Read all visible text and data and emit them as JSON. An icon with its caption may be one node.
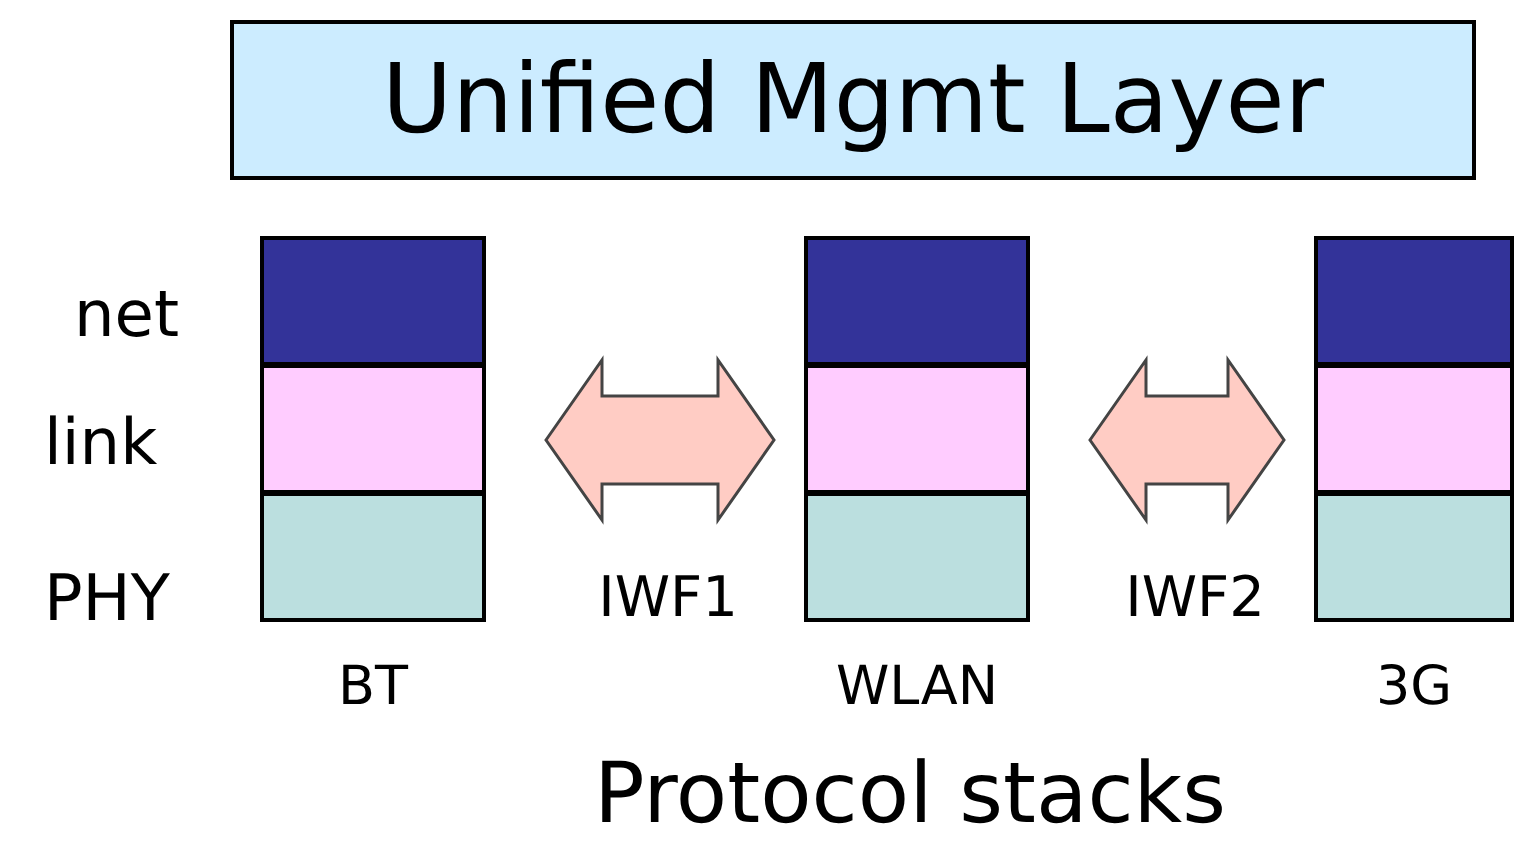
{
  "diagram": {
    "caption": "Protocol stacks",
    "nodes": [
      {
        "text": [
          "Unified Mgmt Layer"
        ]
      },
      {
        "text": [],
        "shape": "box",
        "beside": [
          "BT"
        ]
      },
      {
        "text": [],
        "shape": "box",
        "in": 1
      },
      {
        "text": [],
        "shape": "box",
        "in": 1
      },
      {
        "text": [],
        "shape": "box",
        "in": 1
      },
      {
        "text": [],
        "shape": "box",
        "beside": [
          "WLAN"
        ]
      },
      {
        "text": [],
        "shape": "box",
        "in": 5
      },
      {
        "text": [],
        "shape": "box",
        "in": 5
      },
      {
        "text": [],
        "shape": "box",
        "in": 5
      },
      {
        "text": [],
        "shape": "box",
        "beside": [
          "3G"
        ]
      },
      {
        "text": [],
        "shape": "box",
        "in": 9
      },
      {
        "text": [],
        "shape": "box",
        "in": 9
      },
      {
        "text": [],
        "shape": "box",
        "in": 9
      }
    ],
    "edges": [
      {
        "from": 1,
        "to": 5,
        "arrow": "both",
        "label": "IWF1"
      },
      {
        "from": 5,
        "to": 9,
        "arrow": "both",
        "label": "IWF2"
      }
    ],
    "labels": [
      "net",
      "link",
      "PHY"
    ]
  }
}
